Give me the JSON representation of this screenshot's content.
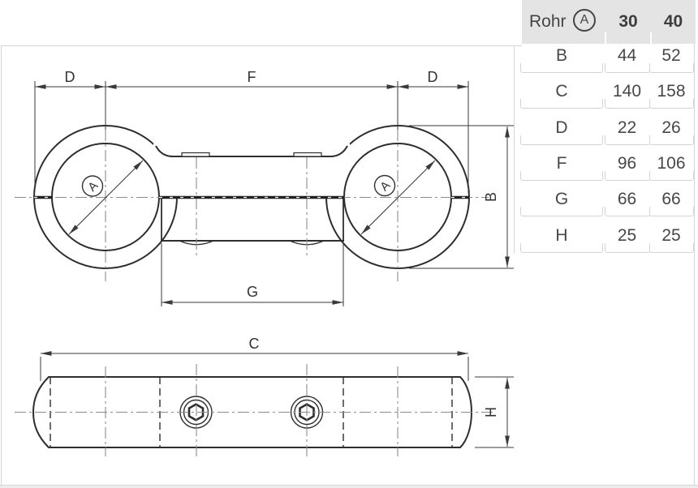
{
  "table": {
    "header": {
      "label": "Rohr",
      "pipe_symbol": "A",
      "columns": [
        "30",
        "40"
      ]
    },
    "rows": [
      {
        "name": "B",
        "values": [
          "44",
          "52"
        ]
      },
      {
        "name": "C",
        "values": [
          "140",
          "158"
        ]
      },
      {
        "name": "D",
        "values": [
          "22",
          "26"
        ]
      },
      {
        "name": "F",
        "values": [
          "96",
          "106"
        ]
      },
      {
        "name": "G",
        "values": [
          "66",
          "66"
        ]
      },
      {
        "name": "H",
        "values": [
          "25",
          "25"
        ]
      }
    ]
  },
  "drawing": {
    "labels": {
      "dim_d_left": "D",
      "dim_f": "F",
      "dim_d_right": "D",
      "dim_b": "B",
      "dim_g": "G",
      "dim_c": "C",
      "dim_h": "H",
      "balloon_left": "A",
      "balloon_right": "A"
    }
  },
  "colors": {
    "outline": "#2e2e2e",
    "dimension": "#3a3a3a",
    "centerline": "#8c8c8c",
    "header_bg": "#e4e4e4",
    "cell_border": "#d4d4d4",
    "page_border": "#d6d6d6",
    "text": "#474747"
  }
}
